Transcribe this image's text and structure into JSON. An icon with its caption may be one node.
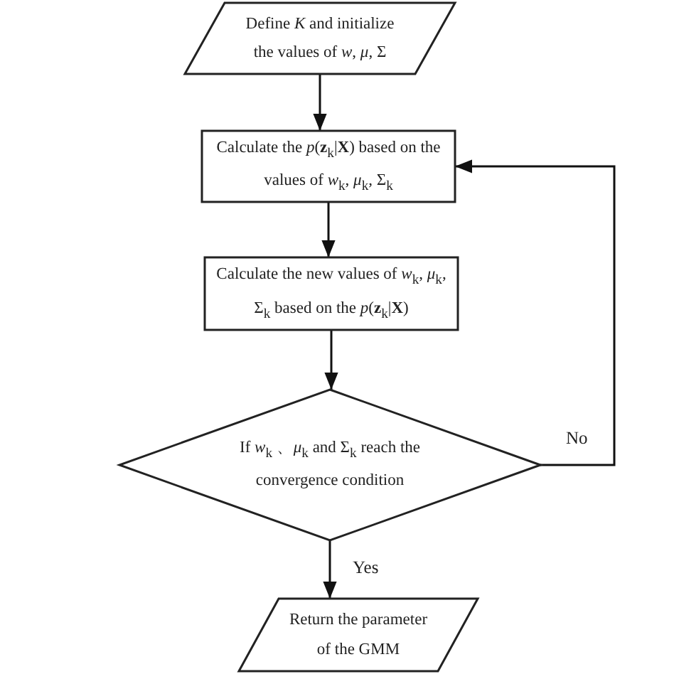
{
  "diagram": {
    "nodes": [
      {
        "text": [
          "Define *K* and initialize the values of *w*, *μ*, Σ"
        ]
      },
      {
        "text": [
          "Calculate the *p*(**z**$_{k}$|**X**) based on the values of *w*$_{k}$, *μ*$_{k}$, Σ$_{k}$"
        ]
      },
      {
        "text": [
          "Calculate the new values of *w*$_{k}$, *μ*$_{k}$, Σ$_{k}$ based on the *p*(**z**$_{k}$|**X**)"
        ]
      },
      {
        "text": [
          "If *w*$_{k}$ 、*μ*$_{k}$ and Σ$_{k}$ reach the convergence condition"
        ]
      },
      {
        "text": [
          "Return the parameter of the GMM"
        ]
      }
    ],
    "edges": [
      {
        "from": 0,
        "to": 1,
        "arrow": "to"
      },
      {
        "from": 1,
        "to": 2,
        "arrow": "to"
      },
      {
        "from": 2,
        "to": 3,
        "arrow": "to"
      },
      {
        "from": 3,
        "to": 1,
        "arrow": "to",
        "label": "No"
      },
      {
        "from": 3,
        "to": 4,
        "arrow": "to",
        "label": "Yes"
      }
    ]
  }
}
